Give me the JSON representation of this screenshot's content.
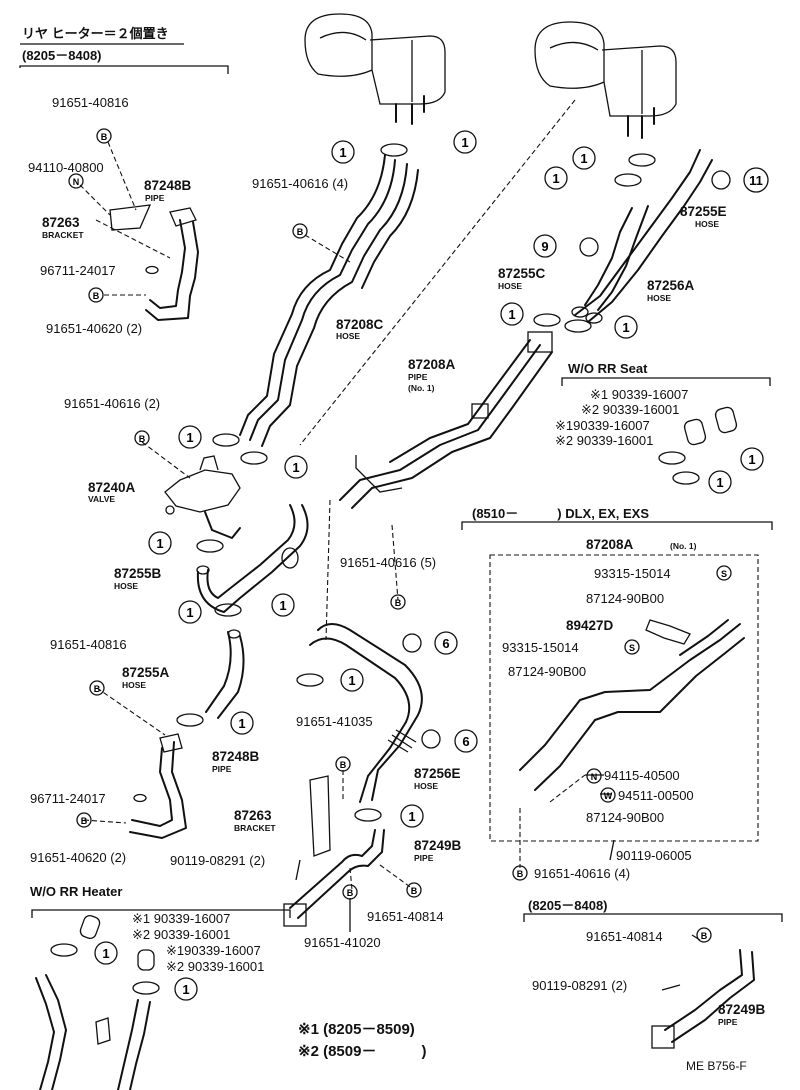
{
  "sections": {
    "rear_heater_note": "リヤ ヒーター＝２個置き",
    "range_top": "(8205－8408)",
    "wo_rr_seat": "W/O RR Seat",
    "range_dlx": "(8510－　　　) DLX, EX, EXS",
    "wo_rr_heater": "W/O RR Heater",
    "range_bottom_right": "(8205－8408)"
  },
  "parts": {
    "p91651_40816_a": "91651-40816",
    "p94110_40800": "94110-40800",
    "p87248b_a": "87248B",
    "p87248b_a_sub": "PIPE",
    "p87263_a": "87263",
    "p87263_a_sub": "BRACKET",
    "p96711_a": "96711-24017",
    "p91651_40620_a": "91651-40620 (2)",
    "p91651_40616_4": "91651-40616 (4)",
    "p87208c": "87208C",
    "p87208c_sub": "HOSE",
    "p87255e": "87255E",
    "p87255e_sub": "HOSE",
    "p87255c": "87255C",
    "p87255c_sub": "HOSE",
    "p87256a": "87256A",
    "p87256a_sub": "HOSE",
    "p87208a": "87208A",
    "p87208a_sub1": "PIPE",
    "p87208a_sub2": "(No. 1)",
    "p91651_40616_2": "91651-40616 (2)",
    "p87240a": "87240A",
    "p87240a_sub": "VALVE",
    "p87255b": "87255B",
    "p87255b_sub": "HOSE",
    "p91651_40616_5": "91651-40616 (5)",
    "p91651_40816_b": "91651-40816",
    "p87255a": "87255A",
    "p87255a_sub": "HOSE",
    "p87248b_b": "87248B",
    "p87248b_b_sub": "PIPE",
    "p96711_b": "96711-24017",
    "p91651_40620_b": "91651-40620 (2)",
    "p91651_41035": "91651-41035",
    "p87256e": "87256E",
    "p87256e_sub": "HOSE",
    "p87263_b": "87263",
    "p87263_b_sub": "BRACKET",
    "p87249b_a": "87249B",
    "p87249b_a_sub": "PIPE",
    "p90119_08291_a": "90119-08291 (2)",
    "p91651_40814_a": "91651-40814",
    "p91651_41020": "91651-41020",
    "p87208a_no1": "87208A",
    "p87208a_no1_sub": "(No. 1)",
    "p93315_a": "93315-15014",
    "p87124_a": "87124-90B00",
    "p89427d": "89427D",
    "p93315_b": "93315-15014",
    "p87124_b": "87124-90B00",
    "p94115": "94115-40500",
    "p94511": "94511-00500",
    "p87124_c": "87124-90B00",
    "p90119_06005": "90119-06005",
    "p91651_40616_4b": "91651-40616 (4)",
    "p91651_40814_b": "91651-40814",
    "p90119_08291_b": "90119-08291 (2)",
    "p87249b_b": "87249B",
    "p87249b_b_sub": "PIPE"
  },
  "seat_list": [
    "※1 90339-16007",
    "※2 90339-16001",
    "※190339-16007",
    "※2 90339-16001"
  ],
  "heater_list": [
    "※1 90339-16007",
    "※2 90339-16001",
    "※190339-16007",
    "※2 90339-16001"
  ],
  "legend": {
    "l1": "※1 (8205－8509)",
    "l2": "※2 (8509－　　　)"
  },
  "markers": {
    "one": "1",
    "six": "6",
    "nine": "9",
    "eleven": "11",
    "b": "B",
    "n": "N",
    "s": "S",
    "w": "W"
  },
  "figure_code": "ME B756-F"
}
